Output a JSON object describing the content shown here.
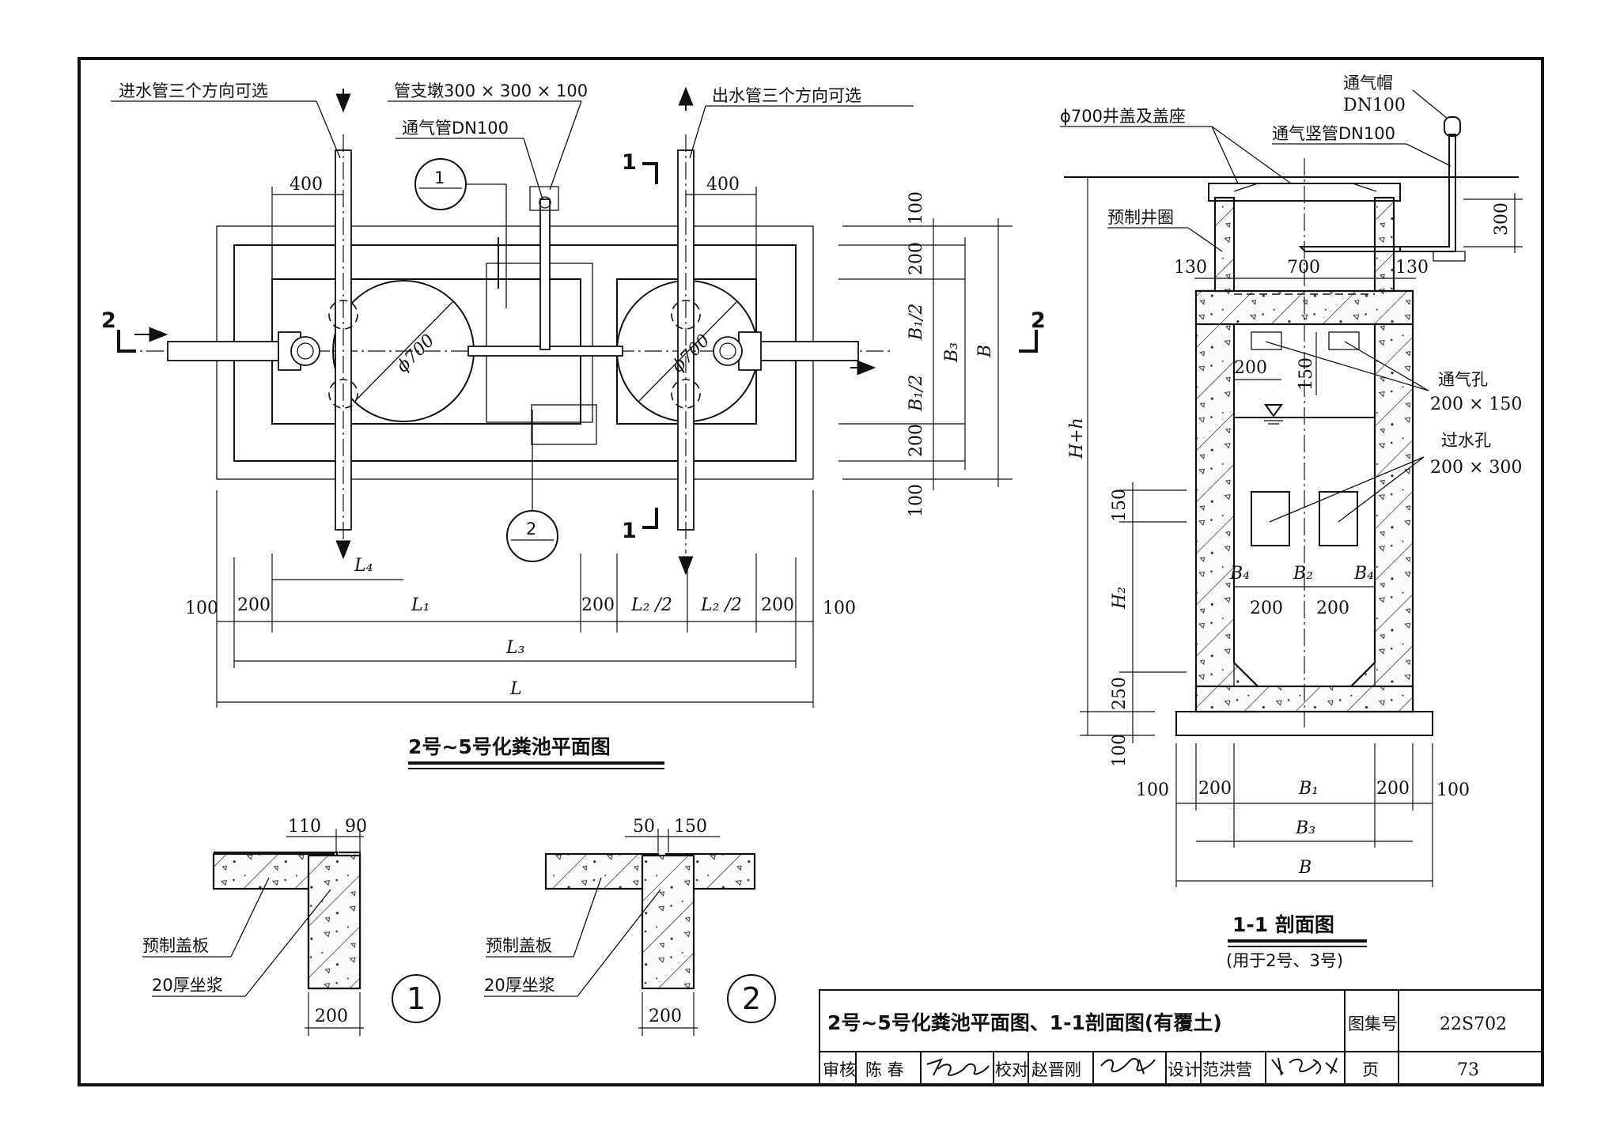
{
  "plan": {
    "title": "2号~5号化粪池平面图",
    "inlet_note": "进水管三个方向可选",
    "outlet_note": "出水管三个方向可选",
    "pier_note": "管支墩300 × 300 × 100",
    "vent_pipe_note": "通气管DN100",
    "detail_callout_1": "1",
    "detail_callout_2": "2",
    "section_mark_1": "1",
    "section_mark_2": "2",
    "dims": {
      "d400_left": "400",
      "d400_right": "400",
      "phi700_a": "ϕ700",
      "phi700_b": "ϕ700",
      "r100_top": "100",
      "r200_top": "200",
      "r_b1half_top": "B₁/2",
      "r_b1half_bot": "B₁/2",
      "r200_bot": "200",
      "r100_bot": "100",
      "r_b3": "B₃",
      "r_b": "B",
      "b_l4": "L₄",
      "b100_left": "100",
      "b200_left": "200",
      "b_l1": "L₁",
      "b200_mid": "200",
      "b_l2half_a": "L₂ /2",
      "b_l2half_b": "L₂ /2",
      "b200_right": "200",
      "b100_right": "100",
      "b_l3": "L₃",
      "b_l": "L"
    }
  },
  "section": {
    "title": "1-1 剖面图",
    "subtitle": "(用于2号、3号)",
    "vent_cap": "通气帽",
    "vent_cap_size": "DN100",
    "cover_note": "ϕ700井盖及盖座",
    "vent_riser": "通气竖管DN100",
    "precast_ring": "预制井圈",
    "vent_hole": "通气孔",
    "vent_hole_size": "200 × 150",
    "water_hole": "过水孔",
    "water_hole_size": "200 × 300",
    "dims": {
      "d300": "300",
      "d130_left": "130",
      "d700": "700",
      "d130_right": "130",
      "d200_hole": "200",
      "d150_hole": "150",
      "h_total": "H+h",
      "d150_side": "150",
      "h2": "H₂",
      "d250": "250",
      "d100_base": "100",
      "b4_left": "B₄",
      "b2": "B₂",
      "b4_right": "B₄",
      "d200_a": "200",
      "d200_b": "200",
      "w100_left": "100",
      "w200_left": "200",
      "w_b1": "B₁",
      "w200_right": "200",
      "w100_right": "100",
      "w_b3": "B₃",
      "w_b": "B"
    }
  },
  "details": {
    "d1": {
      "dim_a": "110",
      "dim_b": "90",
      "label_slab": "预制盖板",
      "label_mortar": "20厚坐浆",
      "dim_wall": "200",
      "number": "1"
    },
    "d2": {
      "dim_a": "50",
      "dim_b": "150",
      "label_slab": "预制盖板",
      "label_mortar": "20厚坐浆",
      "dim_wall": "200",
      "number": "2"
    }
  },
  "title_block": {
    "drawing_title": "2号~5号化粪池平面图、1-1剖面图(有覆土)",
    "atlas_label": "图集号",
    "atlas_no": "22S702",
    "review_label": "审核",
    "reviewer": "陈 春",
    "check_label": "校对",
    "checker": "赵晋刚",
    "design_label": "设计",
    "designer": "范洪营",
    "page_label": "页",
    "page_no": "73"
  }
}
